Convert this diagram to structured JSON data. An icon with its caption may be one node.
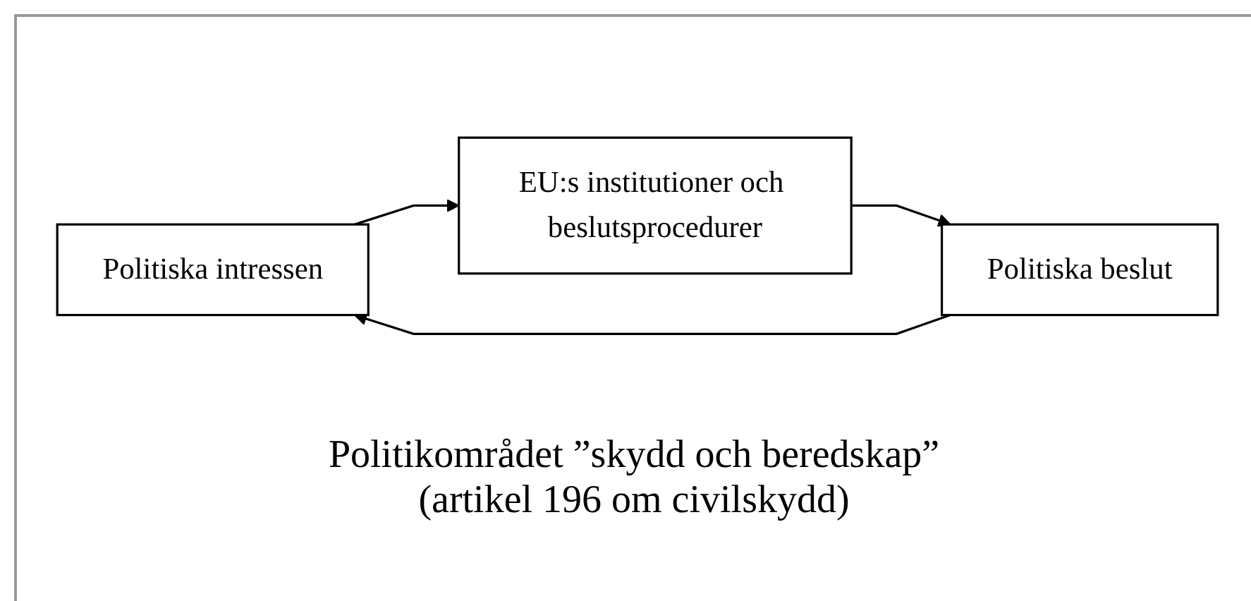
{
  "diagram": {
    "caption": "Politikområdet ”skydd och beredskap” (artikel 196 om civilskydd)",
    "nodes": [
      {
        "text": [
          "Politiska intressen"
        ]
      },
      {
        "text": [
          "EU:s institutioner och beslutsprocedurer"
        ]
      },
      {
        "text": [
          "Politiska beslut"
        ]
      }
    ],
    "edges": [
      {
        "from": 0,
        "to": 1,
        "arrow": "to"
      },
      {
        "from": 1,
        "to": 2,
        "arrow": "to"
      },
      {
        "from": 2,
        "to": 0,
        "arrow": "to"
      }
    ]
  }
}
